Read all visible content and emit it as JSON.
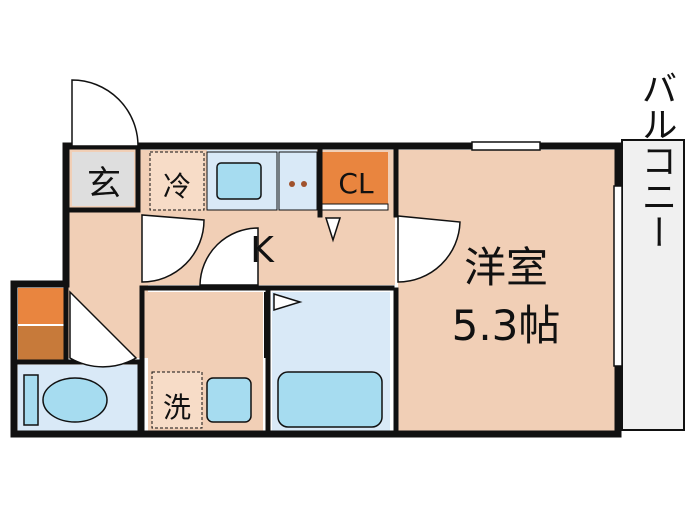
{
  "rooms": {
    "genkan": "玄",
    "fridge": "冷",
    "closet": "CL",
    "kitchen": "K",
    "western_room_name": "洋室",
    "western_room_size": "5.3帖",
    "washer": "洗",
    "balcony": "バルコニー"
  },
  "colors": {
    "wall": "#111111",
    "room_fill": "#f1cfb6",
    "wet_area_fill": "#d9e9f7",
    "fixture_fill": "#a6dcf0",
    "closet_fill": "#e9853f",
    "storage_dark": "#c77a3a",
    "tag_fill": "#f7dcc7",
    "genkan_fill": "#dedede",
    "balcony_fill": "#f0f0f0"
  },
  "icons": [
    "door-swing-icon",
    "sink-icon",
    "toilet-icon",
    "bathtub-icon",
    "stove-icon",
    "washer-pan-icon"
  ]
}
